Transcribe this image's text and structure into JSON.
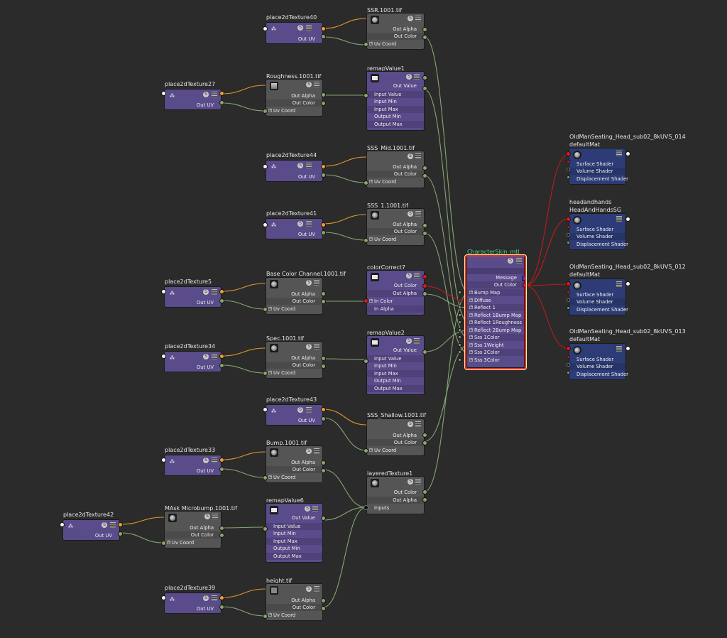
{
  "nodes": {
    "place40": "place2dTexture40",
    "place27": "place2dTexture27",
    "place44": "place2dTexture44",
    "place41": "place2dTexture41",
    "place5": "place2dTexture5",
    "place34": "place2dTexture34",
    "place43": "place2dTexture43",
    "place33": "place2dTexture33",
    "place42": "place2dTexture42",
    "place39": "place2dTexture39",
    "ssr": "SSR.1001.tif",
    "roughness": "Roughness.1001.tif",
    "sss_mid": "SSS_Mid.1001.tif",
    "sss_1": "SSS_1.1001.tif",
    "base_color": "Base Color Channel.1001.tif",
    "spec": "Spec.1001.tif",
    "sss_shallow": "SSS_Shallow.1001.tif",
    "bump": "Bump.1001.tif",
    "mask_microbump": "MAsk Microbump.1001.tif",
    "height": "height.tif",
    "remap1": "remapValue1",
    "remap2": "remapValue2",
    "remap6": "remapValue6",
    "color_correct": "colorCorrect7",
    "layered": "layeredTexture1",
    "material": "CharacterSkin_mtl",
    "sg1": "OldManSeating_Head_sub02_8kUVS_014",
    "sg1b": "defaultMat",
    "sg2": "headandhands",
    "sg2b": "HeadAndHandsSG",
    "sg3": "OldManSeating_Head_sub02_8kUVS_012",
    "sg3b": "defaultMat",
    "sg4": "OldManSeating_Head_sub02_8kUVS_013",
    "sg4b": "defaultMat"
  },
  "ports": {
    "out_uv": "Out UV",
    "out_alpha": "Out Alpha",
    "out_color": "Out Color",
    "uv_coord": "Uv Coord",
    "out_value": "Out Value",
    "input_value": "Input Value",
    "input_min": "Input Min",
    "input_max": "Input Max",
    "output_min": "Output Min",
    "output_max": "Output Max",
    "in_color": "In Color",
    "in_alpha": "In Alpha",
    "inputs": "Inputs",
    "message": "Message",
    "surface_shader": "Surface Shader",
    "volume_shader": "Volume Shader",
    "displacement_shader": "Displacement Shader",
    "header_btn": "S"
  },
  "material_attrs": [
    "Bump Map",
    "Diffuse",
    "Reflect 1",
    "Reflect 1Bump Map",
    "Reflect 1Roughness",
    "Reflect 2Bump Map",
    "Sss 1Color",
    "Sss 1Weight",
    "Sss 2Color",
    "Sss 3Color"
  ],
  "colors": {
    "background": "#2b2b2b",
    "place_node": "#5a4b8a",
    "file_node": "#555555",
    "shading_group": "#2d3c76",
    "wire_green": "#8fb37a",
    "wire_orange": "#f0a12b",
    "wire_red": "#d11818",
    "selection": "#e83030"
  }
}
